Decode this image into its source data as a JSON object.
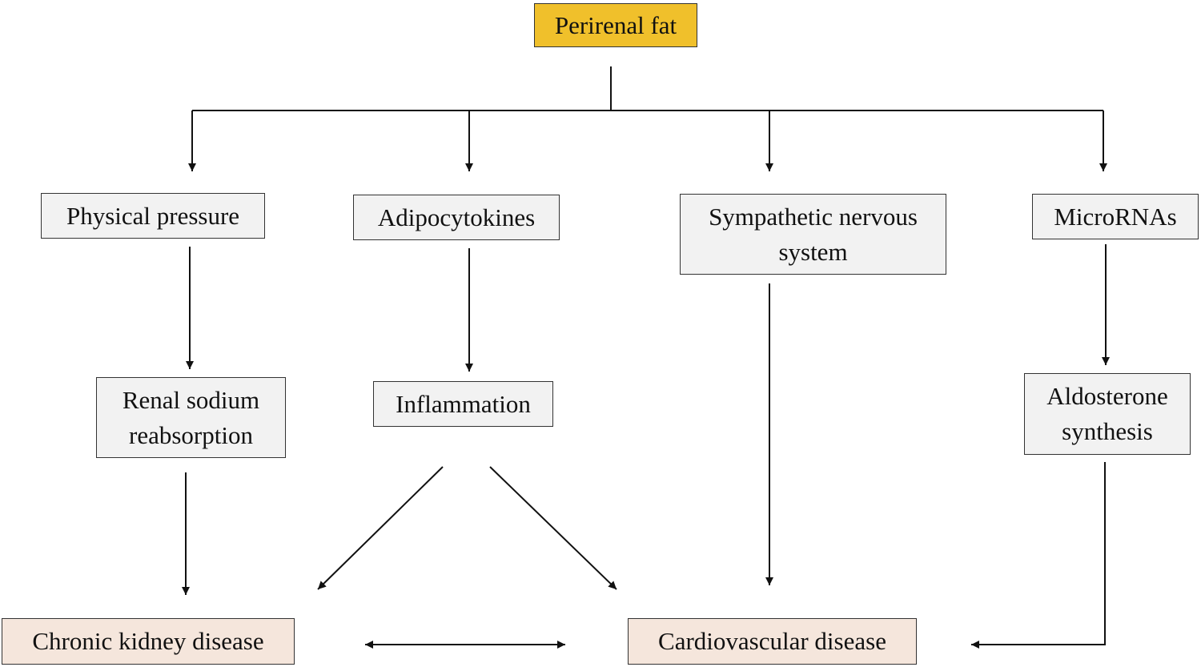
{
  "diagram": {
    "colors": {
      "source_fill": "#f0c02b",
      "mechanism_fill": "#f2f2f2",
      "outcome_fill": "#f5e6dc",
      "line": "#111111"
    },
    "source": {
      "label": "Perirenal fat"
    },
    "mechanisms": [
      {
        "id": "pressure",
        "label": "Physical pressure"
      },
      {
        "id": "adipocytokines",
        "label": "Adipocytokines"
      },
      {
        "id": "sns",
        "label": "Sympathetic nervous\nsystem"
      },
      {
        "id": "micrornas",
        "label": "MicroRNAs"
      }
    ],
    "intermediates": [
      {
        "id": "sodium",
        "label": "Renal sodium\nreabsorption"
      },
      {
        "id": "inflammation",
        "label": "Inflammation"
      },
      {
        "id": "aldosterone",
        "label": "Aldosterone\nsynthesis"
      }
    ],
    "outcomes": [
      {
        "id": "ckd",
        "label": "Chronic kidney disease"
      },
      {
        "id": "cvd",
        "label": "Cardiovascular disease"
      }
    ],
    "edges": [
      {
        "from": "Perirenal fat",
        "to": "Physical pressure"
      },
      {
        "from": "Perirenal fat",
        "to": "Adipocytokines"
      },
      {
        "from": "Perirenal fat",
        "to": "Sympathetic nervous system"
      },
      {
        "from": "Perirenal fat",
        "to": "MicroRNAs"
      },
      {
        "from": "Physical pressure",
        "to": "Renal sodium reabsorption"
      },
      {
        "from": "Adipocytokines",
        "to": "Inflammation"
      },
      {
        "from": "MicroRNAs",
        "to": "Aldosterone synthesis"
      },
      {
        "from": "Renal sodium reabsorption",
        "to": "Chronic kidney disease"
      },
      {
        "from": "Inflammation",
        "to": "Chronic kidney disease"
      },
      {
        "from": "Inflammation",
        "to": "Cardiovascular disease"
      },
      {
        "from": "Sympathetic nervous system",
        "to": "Cardiovascular disease"
      },
      {
        "from": "Aldosterone synthesis",
        "to": "Cardiovascular disease"
      },
      {
        "from": "Chronic kidney disease",
        "to": "Cardiovascular disease",
        "bidirectional": true
      }
    ]
  }
}
